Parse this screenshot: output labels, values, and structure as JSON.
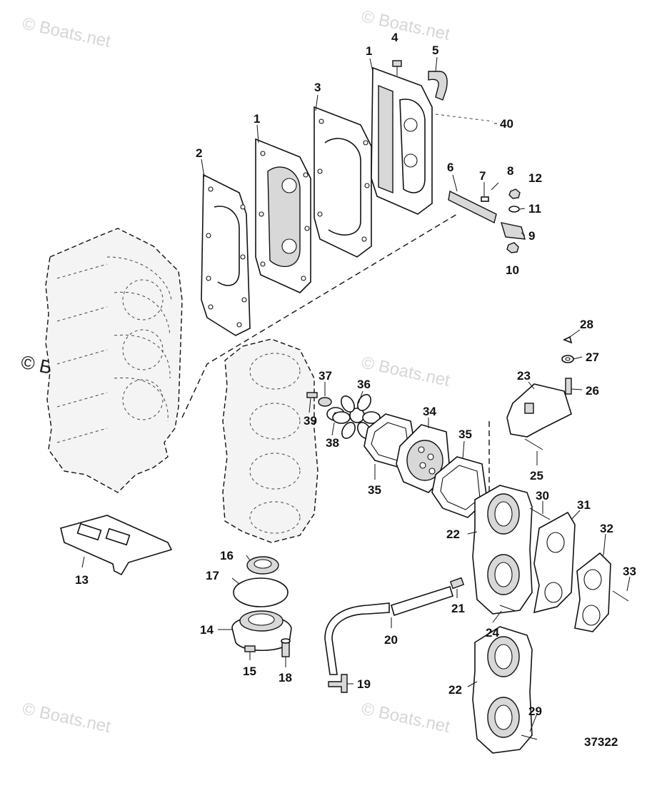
{
  "watermark": {
    "text": "© Boats.net",
    "color": "#d6d6d6"
  },
  "diagram_number": "37322",
  "callouts": [
    {
      "id": "1",
      "label": "1"
    },
    {
      "id": "1b",
      "label": "1"
    },
    {
      "id": "2",
      "label": "2"
    },
    {
      "id": "3",
      "label": "3"
    },
    {
      "id": "4",
      "label": "4"
    },
    {
      "id": "5",
      "label": "5"
    },
    {
      "id": "6",
      "label": "6"
    },
    {
      "id": "7",
      "label": "7"
    },
    {
      "id": "8",
      "label": "8"
    },
    {
      "id": "9",
      "label": "9"
    },
    {
      "id": "10",
      "label": "10"
    },
    {
      "id": "11",
      "label": "11"
    },
    {
      "id": "12",
      "label": "12"
    },
    {
      "id": "13",
      "label": "13"
    },
    {
      "id": "14",
      "label": "14"
    },
    {
      "id": "15",
      "label": "15"
    },
    {
      "id": "16",
      "label": "16"
    },
    {
      "id": "17",
      "label": "17"
    },
    {
      "id": "18",
      "label": "18"
    },
    {
      "id": "19",
      "label": "19"
    },
    {
      "id": "20",
      "label": "20"
    },
    {
      "id": "21",
      "label": "21"
    },
    {
      "id": "22",
      "label": "22"
    },
    {
      "id": "22b",
      "label": "22"
    },
    {
      "id": "23",
      "label": "23"
    },
    {
      "id": "24",
      "label": "24"
    },
    {
      "id": "25",
      "label": "25"
    },
    {
      "id": "26",
      "label": "26"
    },
    {
      "id": "27",
      "label": "27"
    },
    {
      "id": "28",
      "label": "28"
    },
    {
      "id": "29",
      "label": "29"
    },
    {
      "id": "30",
      "label": "30"
    },
    {
      "id": "31",
      "label": "31"
    },
    {
      "id": "32",
      "label": "32"
    },
    {
      "id": "33",
      "label": "33"
    },
    {
      "id": "34",
      "label": "34"
    },
    {
      "id": "35",
      "label": "35"
    },
    {
      "id": "35b",
      "label": "35"
    },
    {
      "id": "36",
      "label": "36"
    },
    {
      "id": "37",
      "label": "37"
    },
    {
      "id": "38",
      "label": "38"
    },
    {
      "id": "39",
      "label": "39"
    },
    {
      "id": "40",
      "label": "40"
    }
  ]
}
